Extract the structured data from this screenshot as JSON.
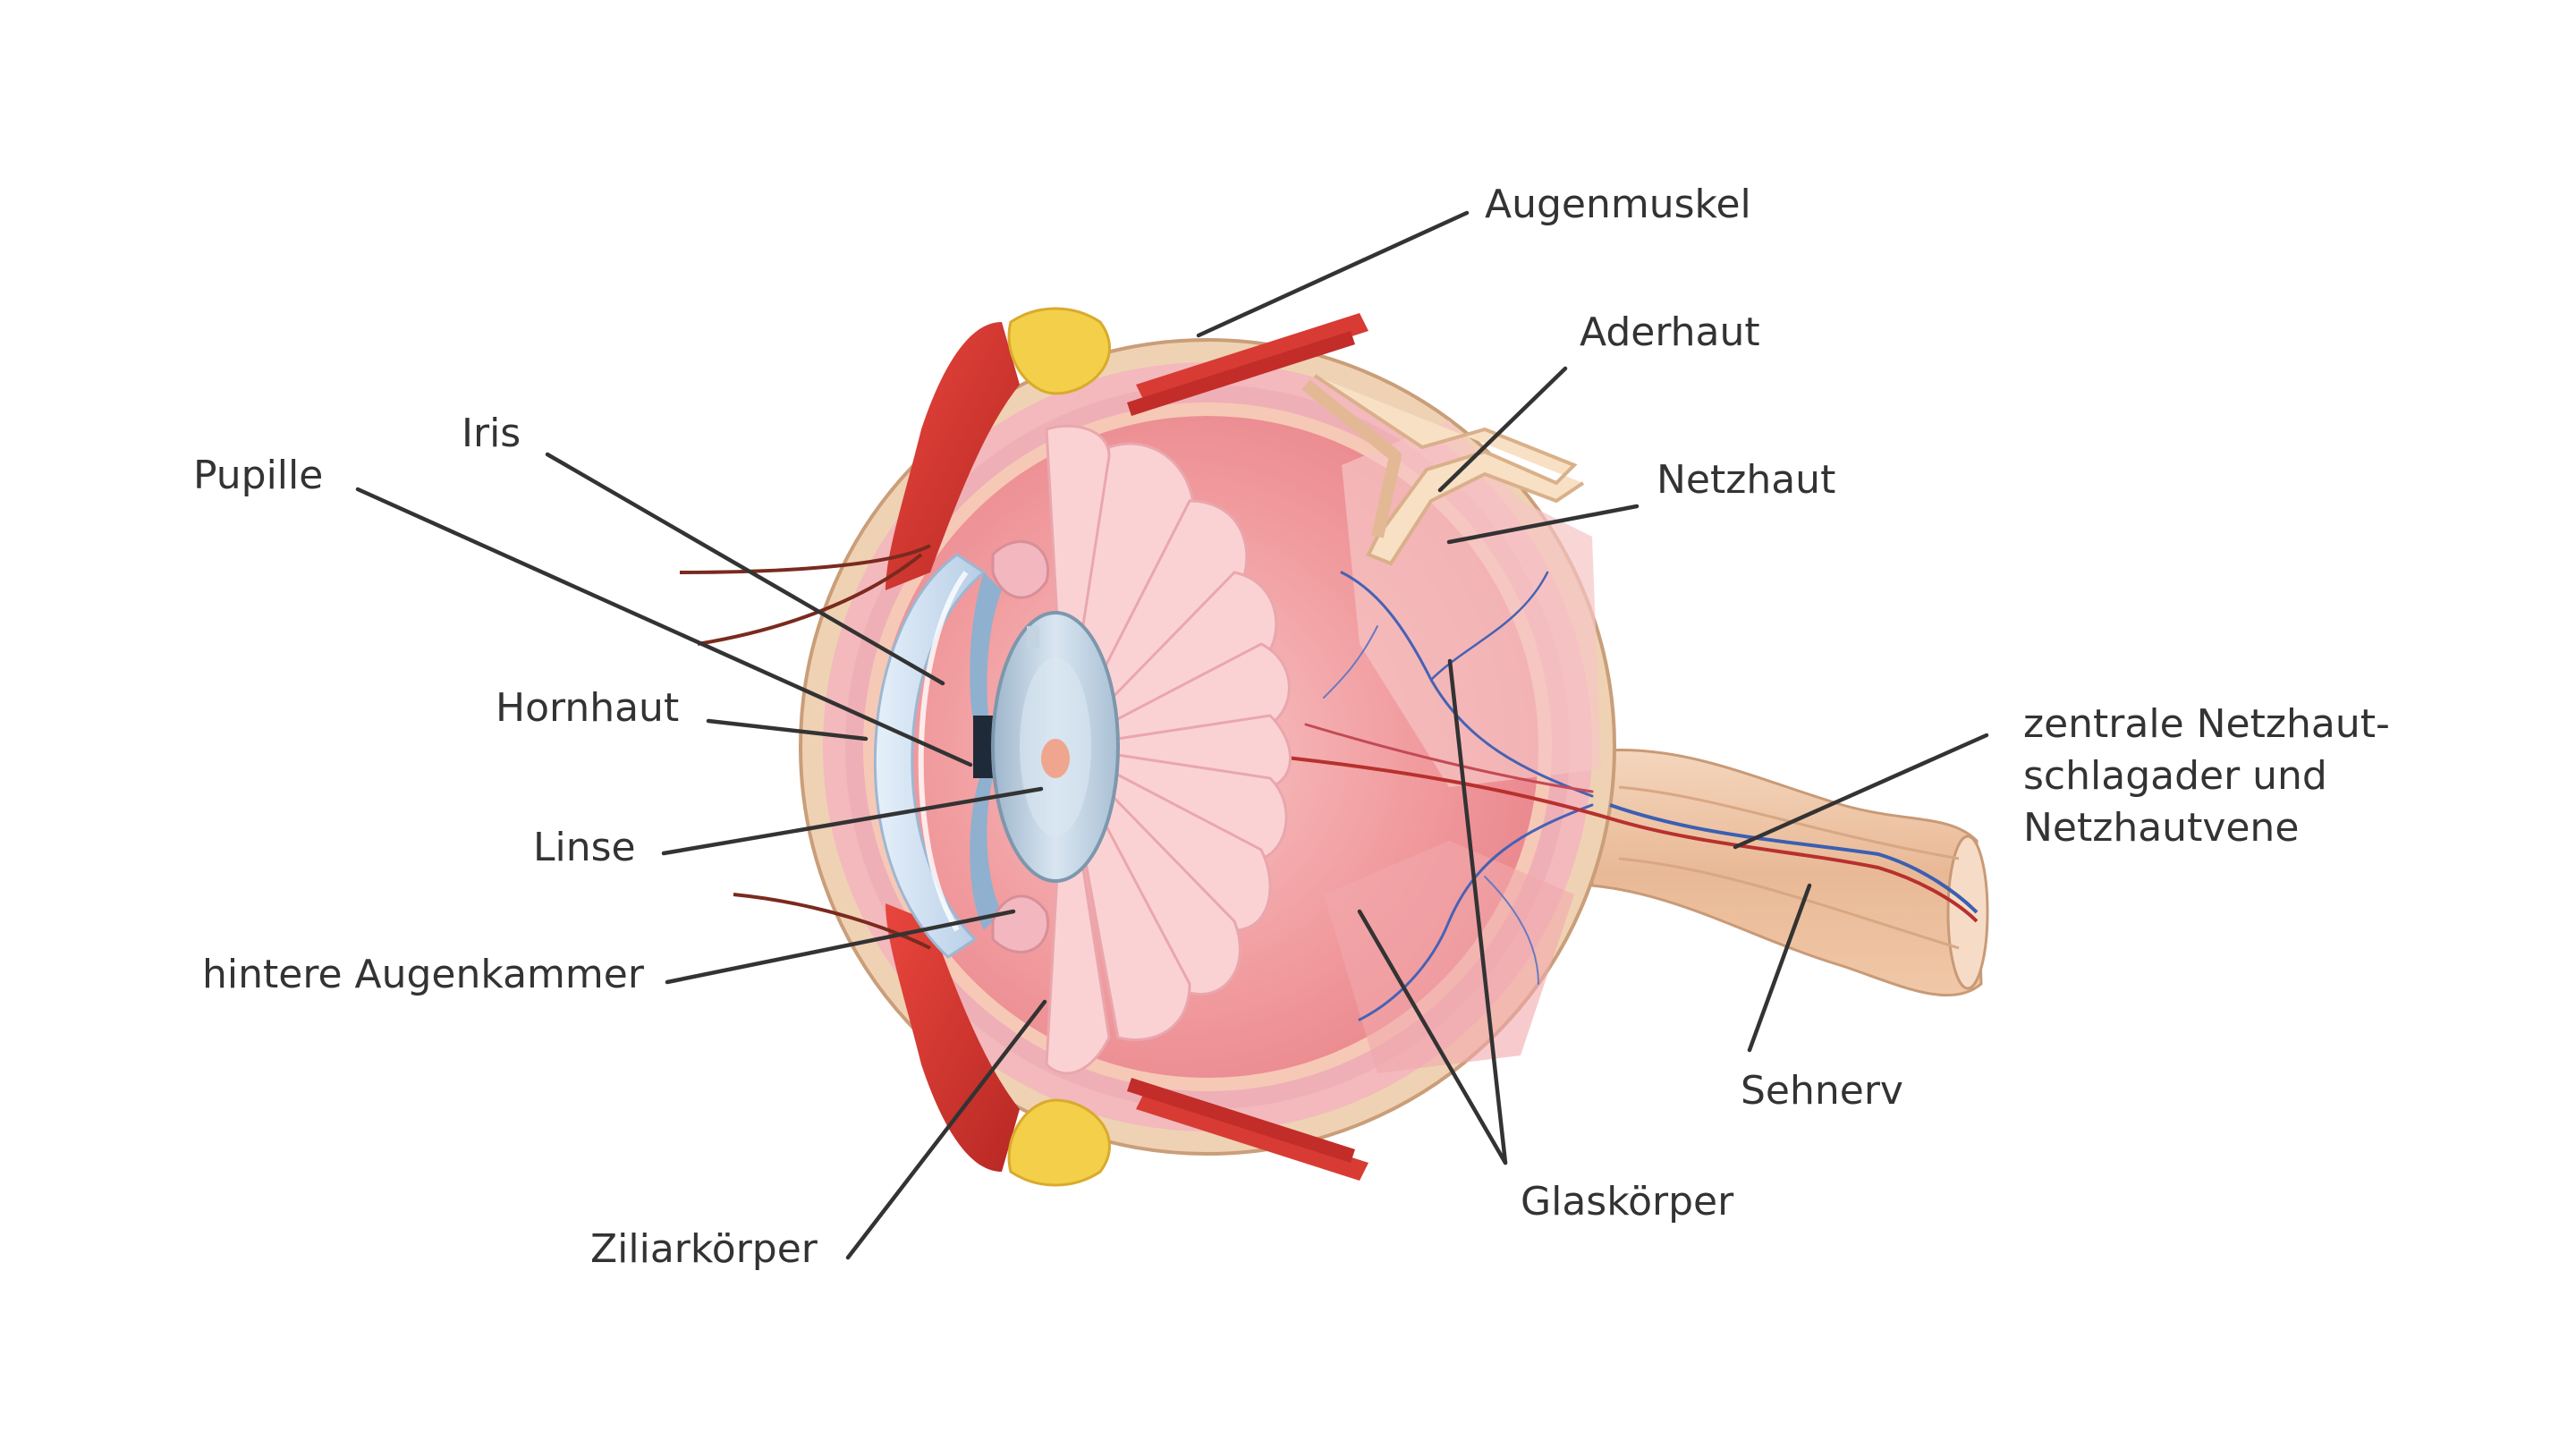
{
  "diagram": {
    "subject": "eye-cross-section",
    "labels": {
      "augenmuskel": "Augenmuskel",
      "aderhaut": "Aderhaut",
      "netzhaut": "Netzhaut",
      "iris": "Iris",
      "pupille": "Pupille",
      "hornhaut": "Hornhaut",
      "linse": "Linse",
      "hintere_augenkammer": "hintere Augenkammer",
      "ziliarkoerper": "Ziliarkörper",
      "glaskoerper": "Glaskörper",
      "sehnerv": "Sehnerv",
      "zentrale_line1": "zentrale Netzhaut-",
      "zentrale_line2": "schlagader und",
      "zentrale_line3": "Netzhautvene"
    },
    "colors": {
      "vitreous": "#ef8f93",
      "vitreous_light": "#f7c1c2",
      "sclera": "#e8c7a3",
      "choroid": "#f0a8b0",
      "muscle": "#d9332e",
      "fat": "#f3cf4a",
      "cornea": "#c7dcf0",
      "lens": "#b9cfe0",
      "nerve": "#f0c9ad",
      "artery": "#c9302c",
      "vein": "#3b5fb3"
    }
  }
}
